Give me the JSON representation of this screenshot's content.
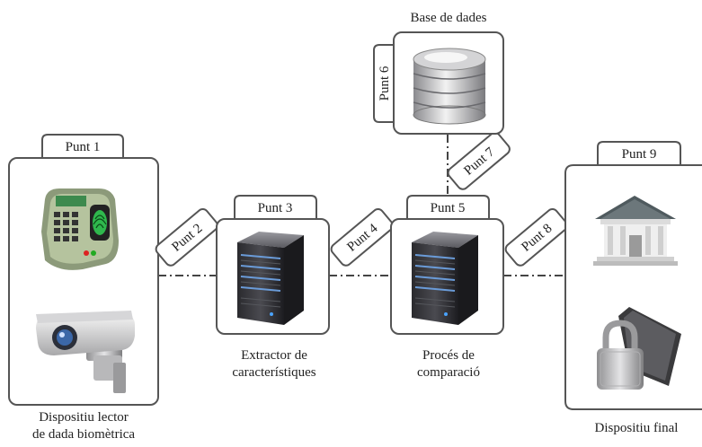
{
  "nodes": {
    "sensor": {
      "tab": "Punt 1",
      "caption_lines": [
        "Dispositiu lector",
        "de dada biomètrica"
      ]
    },
    "extractor": {
      "tab": "Punt 3",
      "caption_lines": [
        "Extractor de",
        "característiques"
      ]
    },
    "matcher": {
      "tab": "Punt 5",
      "caption_lines": [
        "Procés de",
        "comparació"
      ]
    },
    "database": {
      "tab": "Punt 6",
      "caption": "Base de dades"
    },
    "final": {
      "tab": "Punt 9",
      "caption": "Dispositiu final"
    }
  },
  "links": {
    "sensor_extractor": "Punt 2",
    "extractor_matcher": "Punt 4",
    "matcher_database": "Punt 7",
    "matcher_final": "Punt 8"
  },
  "icons": {
    "sensor": [
      "fingerprint-reader-icon",
      "security-camera-icon"
    ],
    "extractor": "server-icon",
    "matcher": "server-icon",
    "database": "database-icon",
    "final": [
      "bank-building-icon",
      "padlock-icon"
    ]
  }
}
